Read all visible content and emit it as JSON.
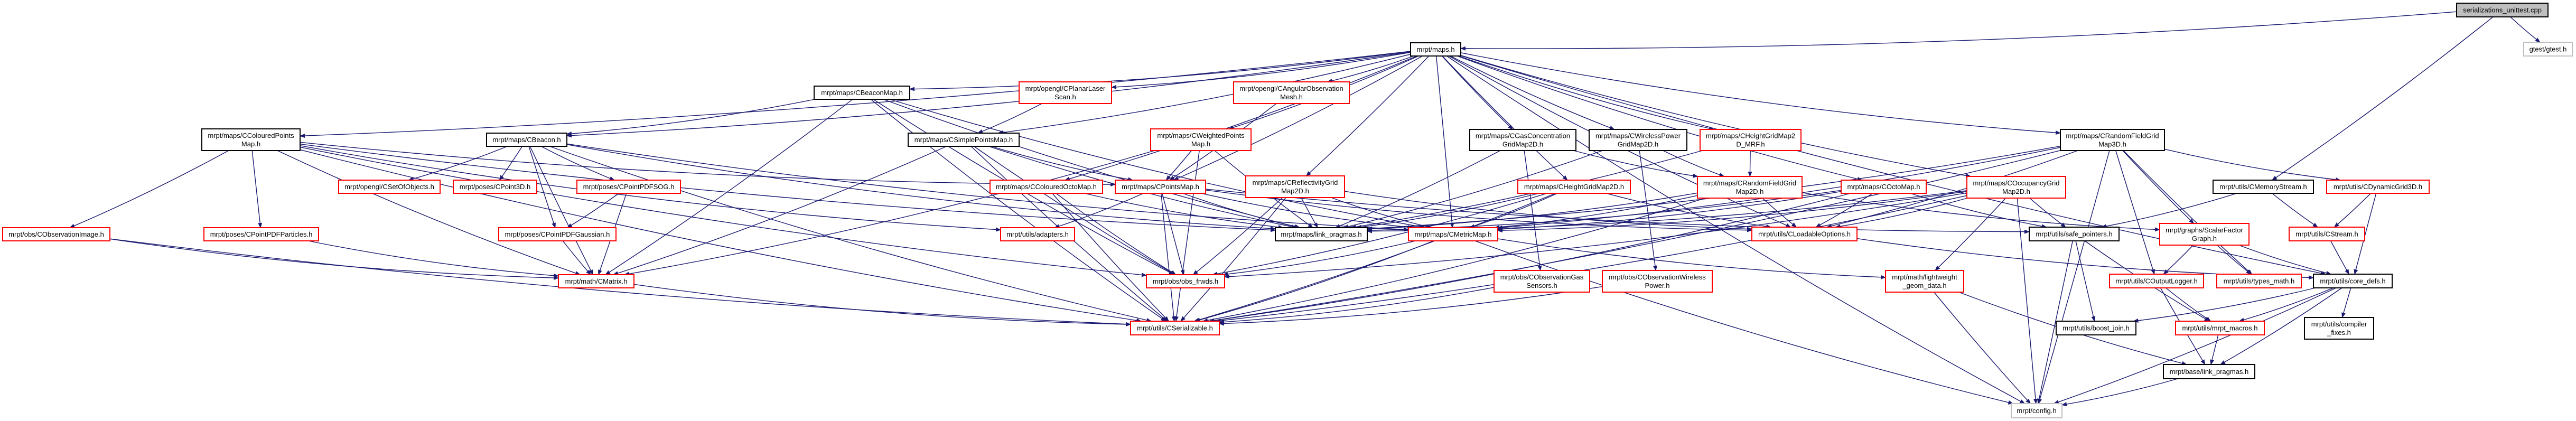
{
  "colors": {
    "edge": "#191970",
    "truncated": "#ff0000",
    "normal": "#000000",
    "external": "#bfbfbf",
    "root_fill": "#bfbfbf"
  },
  "nodes": [
    {
      "id": "root",
      "lines": [
        "serializations_unittest.cpp"
      ],
      "kind": "root"
    },
    {
      "id": "gtest",
      "lines": [
        "gtest/gtest.h"
      ],
      "kind": "external"
    },
    {
      "id": "maps",
      "lines": [
        "mrpt/maps.h"
      ],
      "kind": "normal"
    },
    {
      "id": "CBeaconMap",
      "lines": [
        "mrpt/maps/CBeaconMap.h"
      ],
      "kind": "normal"
    },
    {
      "id": "CPlanarLaserScan",
      "lines": [
        "mrpt/opengl/CPlanarLaser",
        "Scan.h"
      ],
      "kind": "truncated"
    },
    {
      "id": "CAngularObservationMesh",
      "lines": [
        "mrpt/opengl/CAngularObservation",
        "Mesh.h"
      ],
      "kind": "truncated"
    },
    {
      "id": "CColouredPointsMap",
      "lines": [
        "mrpt/maps/CColouredPoints",
        "Map.h"
      ],
      "kind": "normal"
    },
    {
      "id": "CBeacon",
      "lines": [
        "mrpt/maps/CBeacon.h"
      ],
      "kind": "normal"
    },
    {
      "id": "CSimplePointsMap",
      "lines": [
        "mrpt/maps/CSimplePointsMap.h"
      ],
      "kind": "normal"
    },
    {
      "id": "CWeightedPointsMap",
      "lines": [
        "mrpt/maps/CWeightedPoints",
        "Map.h"
      ],
      "kind": "truncated"
    },
    {
      "id": "CGasConcentrationGridMap2D",
      "lines": [
        "mrpt/maps/CGasConcentration",
        "GridMap2D.h"
      ],
      "kind": "normal"
    },
    {
      "id": "CWirelessPowerGridMap2D",
      "lines": [
        "mrpt/maps/CWirelessPower",
        "GridMap2D.h"
      ],
      "kind": "normal"
    },
    {
      "id": "CHeightGridMap2D_MRF",
      "lines": [
        "mrpt/maps/CHeightGridMap2",
        "D_MRF.h"
      ],
      "kind": "truncated"
    },
    {
      "id": "CRandomFieldGridMap3D",
      "lines": [
        "mrpt/maps/CRandomFieldGrid",
        "Map3D.h"
      ],
      "kind": "normal"
    },
    {
      "id": "CSetOfObjects",
      "lines": [
        "mrpt/opengl/CSetOfObjects.h"
      ],
      "kind": "truncated"
    },
    {
      "id": "CPoint3D",
      "lines": [
        "mrpt/poses/CPoint3D.h"
      ],
      "kind": "truncated"
    },
    {
      "id": "CPointPDFSOG",
      "lines": [
        "mrpt/poses/CPointPDFSOG.h"
      ],
      "kind": "truncated"
    },
    {
      "id": "CColouredOctoMap",
      "lines": [
        "mrpt/maps/CColouredOctoMap.h"
      ],
      "kind": "truncated"
    },
    {
      "id": "CPointsMap",
      "lines": [
        "mrpt/maps/CPointsMap.h"
      ],
      "kind": "truncated"
    },
    {
      "id": "CReflectivityGridMap2D",
      "lines": [
        "mrpt/maps/CReflectivityGrid",
        "Map2D.h"
      ],
      "kind": "truncated"
    },
    {
      "id": "CHeightGridMap2D",
      "lines": [
        "mrpt/maps/CHeightGridMap2D.h"
      ],
      "kind": "truncated"
    },
    {
      "id": "CRandomFieldGridMap2D",
      "lines": [
        "mrpt/maps/CRandomFieldGrid",
        "Map2D.h"
      ],
      "kind": "truncated"
    },
    {
      "id": "COctoMap",
      "lines": [
        "mrpt/maps/COctoMap.h"
      ],
      "kind": "truncated"
    },
    {
      "id": "COccupancyGridMap2D",
      "lines": [
        "mrpt/maps/COccupancyGrid",
        "Map2D.h"
      ],
      "kind": "truncated"
    },
    {
      "id": "CMemoryStream",
      "lines": [
        "mrpt/utils/CMemoryStream.h"
      ],
      "kind": "normal"
    },
    {
      "id": "CDynamicGrid3D",
      "lines": [
        "mrpt/utils/CDynamicGrid3D.h"
      ],
      "kind": "truncated"
    },
    {
      "id": "CObservationImage",
      "lines": [
        "mrpt/obs/CObservationImage.h"
      ],
      "kind": "truncated"
    },
    {
      "id": "CPointPDFParticles",
      "lines": [
        "mrpt/poses/CPointPDFParticles.h"
      ],
      "kind": "truncated"
    },
    {
      "id": "CPointPDFGaussian",
      "lines": [
        "mrpt/poses/CPointPDFGaussian.h"
      ],
      "kind": "truncated"
    },
    {
      "id": "adapters",
      "lines": [
        "mrpt/utils/adapters.h"
      ],
      "kind": "truncated"
    },
    {
      "id": "maps_link_pragmas",
      "lines": [
        "mrpt/maps/link_pragmas.h"
      ],
      "kind": "normal"
    },
    {
      "id": "CMetricMap",
      "lines": [
        "mrpt/maps/CMetricMap.h"
      ],
      "kind": "truncated"
    },
    {
      "id": "CLoadableOptions",
      "lines": [
        "mrpt/utils/CLoadableOptions.h"
      ],
      "kind": "truncated"
    },
    {
      "id": "safe_pointers",
      "lines": [
        "mrpt/utils/safe_pointers.h"
      ],
      "kind": "normal"
    },
    {
      "id": "ScalarFactorGraph",
      "lines": [
        "mrpt/graphs/ScalarFactor",
        "Graph.h"
      ],
      "kind": "truncated"
    },
    {
      "id": "CStream",
      "lines": [
        "mrpt/utils/CStream.h"
      ],
      "kind": "truncated"
    },
    {
      "id": "CMatrix",
      "lines": [
        "mrpt/math/CMatrix.h"
      ],
      "kind": "truncated"
    },
    {
      "id": "obs_frwds",
      "lines": [
        "mrpt/obs/obs_frwds.h"
      ],
      "kind": "truncated"
    },
    {
      "id": "CObservationGasSensors",
      "lines": [
        "mrpt/obs/CObservationGas",
        "Sensors.h"
      ],
      "kind": "truncated"
    },
    {
      "id": "CObservationWirelessPower",
      "lines": [
        "mrpt/obs/CObservationWireless",
        "Power.h"
      ],
      "kind": "truncated"
    },
    {
      "id": "lightweight_geom_data",
      "lines": [
        "mrpt/math/lightweight",
        "_geom_data.h"
      ],
      "kind": "truncated"
    },
    {
      "id": "COutputLogger",
      "lines": [
        "mrpt/utils/COutputLogger.h"
      ],
      "kind": "truncated"
    },
    {
      "id": "types_math",
      "lines": [
        "mrpt/utils/types_math.h"
      ],
      "kind": "truncated"
    },
    {
      "id": "core_defs",
      "lines": [
        "mrpt/utils/core_defs.h"
      ],
      "kind": "normal"
    },
    {
      "id": "CSerializable",
      "lines": [
        "mrpt/utils/CSerializable.h"
      ],
      "kind": "truncated"
    },
    {
      "id": "boost_join",
      "lines": [
        "mrpt/utils/boost_join.h"
      ],
      "kind": "normal"
    },
    {
      "id": "mrpt_macros",
      "lines": [
        "mrpt/utils/mrpt_macros.h"
      ],
      "kind": "truncated"
    },
    {
      "id": "compiler_fixes",
      "lines": [
        "mrpt/utils/compiler",
        "_fixes.h"
      ],
      "kind": "normal"
    },
    {
      "id": "base_link_pragmas",
      "lines": [
        "mrpt/base/link_pragmas.h"
      ],
      "kind": "normal"
    },
    {
      "id": "config",
      "lines": [
        "mrpt/config.h"
      ],
      "kind": "external"
    }
  ],
  "edges": [
    [
      "root",
      "maps"
    ],
    [
      "root",
      "gtest"
    ],
    [
      "root",
      "CMemoryStream"
    ],
    [
      "maps",
      "CBeaconMap"
    ],
    [
      "maps",
      "CPlanarLaserScan"
    ],
    [
      "maps",
      "CAngularObservationMesh"
    ],
    [
      "maps",
      "CColouredPointsMap"
    ],
    [
      "maps",
      "CBeacon"
    ],
    [
      "maps",
      "CSimplePointsMap"
    ],
    [
      "maps",
      "CWeightedPointsMap"
    ],
    [
      "maps",
      "CGasConcentrationGridMap2D"
    ],
    [
      "maps",
      "CWirelessPowerGridMap2D"
    ],
    [
      "maps",
      "CHeightGridMap2D_MRF"
    ],
    [
      "maps",
      "CRandomFieldGridMap3D"
    ],
    [
      "maps",
      "CColouredOctoMap"
    ],
    [
      "maps",
      "CPointsMap"
    ],
    [
      "maps",
      "CReflectivityGridMap2D"
    ],
    [
      "maps",
      "CHeightGridMap2D"
    ],
    [
      "maps",
      "COctoMap"
    ],
    [
      "maps",
      "COccupancyGridMap2D"
    ],
    [
      "maps",
      "core_defs"
    ],
    [
      "maps",
      "config"
    ],
    [
      "maps",
      "CMetricMap"
    ],
    [
      "maps",
      "CLoadableOptions"
    ],
    [
      "CBeaconMap",
      "CBeacon"
    ],
    [
      "CBeaconMap",
      "CMatrix"
    ],
    [
      "CBeaconMap",
      "CSerializable"
    ],
    [
      "CBeaconMap",
      "obs_frwds"
    ],
    [
      "CBeaconMap",
      "maps_link_pragmas"
    ],
    [
      "CBeaconMap",
      "CMetricMap"
    ],
    [
      "CPlanarLaserScan",
      "CSimplePointsMap"
    ],
    [
      "CAngularObservationMesh",
      "CPointsMap"
    ],
    [
      "CColouredPointsMap",
      "CObservationImage"
    ],
    [
      "CColouredPointsMap",
      "CPointPDFParticles"
    ],
    [
      "CColouredPointsMap",
      "CPointsMap"
    ],
    [
      "CColouredPointsMap",
      "CMatrix"
    ],
    [
      "CColouredPointsMap",
      "CSerializable"
    ],
    [
      "CColouredPointsMap",
      "adapters"
    ],
    [
      "CColouredPointsMap",
      "obs_frwds"
    ],
    [
      "CColouredPointsMap",
      "maps_link_pragmas"
    ],
    [
      "CBeacon",
      "CSetOfObjects"
    ],
    [
      "CBeacon",
      "CPoint3D"
    ],
    [
      "CBeacon",
      "CPointPDFSOG"
    ],
    [
      "CBeacon",
      "CPointPDFGaussian"
    ],
    [
      "CBeacon",
      "CMatrix"
    ],
    [
      "CBeacon",
      "CSerializable"
    ],
    [
      "CBeacon",
      "maps_link_pragmas"
    ],
    [
      "CBeacon",
      "CMetricMap"
    ],
    [
      "CPointPDFSOG",
      "CPointPDFGaussian"
    ],
    [
      "CPointPDFSOG",
      "CMatrix"
    ],
    [
      "CPointPDFGaussian",
      "CMatrix"
    ],
    [
      "CPointPDFParticles",
      "CMatrix"
    ],
    [
      "CObservationImage",
      "CMatrix"
    ],
    [
      "CObservationImage",
      "CSerializable"
    ],
    [
      "CMatrix",
      "CSerializable"
    ],
    [
      "CSimplePointsMap",
      "CPointsMap"
    ],
    [
      "CSimplePointsMap",
      "CMatrix"
    ],
    [
      "CSimplePointsMap",
      "CSerializable"
    ],
    [
      "CSimplePointsMap",
      "obs_frwds"
    ],
    [
      "CSimplePointsMap",
      "maps_link_pragmas"
    ],
    [
      "CWeightedPointsMap",
      "CPointsMap"
    ],
    [
      "CWeightedPointsMap",
      "CMatrix"
    ],
    [
      "CWeightedPointsMap",
      "CSerializable"
    ],
    [
      "CWeightedPointsMap",
      "maps_link_pragmas"
    ],
    [
      "CPointsMap",
      "adapters"
    ],
    [
      "CPointsMap",
      "maps_link_pragmas"
    ],
    [
      "CPointsMap",
      "CMetricMap"
    ],
    [
      "CPointsMap",
      "obs_frwds"
    ],
    [
      "CPointsMap",
      "CSerializable"
    ],
    [
      "CPointsMap",
      "CLoadableOptions"
    ],
    [
      "CPointsMap",
      "safe_pointers"
    ],
    [
      "CColouredOctoMap",
      "maps_link_pragmas"
    ],
    [
      "CColouredOctoMap",
      "obs_frwds"
    ],
    [
      "CColouredOctoMap",
      "CSerializable"
    ],
    [
      "CReflectivityGridMap2D",
      "maps_link_pragmas"
    ],
    [
      "CReflectivityGridMap2D",
      "CMetricMap"
    ],
    [
      "CReflectivityGridMap2D",
      "CLoadableOptions"
    ],
    [
      "CReflectivityGridMap2D",
      "obs_frwds"
    ],
    [
      "CReflectivityGridMap2D",
      "CSerializable"
    ],
    [
      "CHeightGridMap2D",
      "maps_link_pragmas"
    ],
    [
      "CHeightGridMap2D",
      "CMetricMap"
    ],
    [
      "CHeightGridMap2D",
      "CLoadableOptions"
    ],
    [
      "CHeightGridMap2D",
      "CSerializable"
    ],
    [
      "CHeightGridMap2D",
      "obs_frwds"
    ],
    [
      "CGasConcentrationGridMap2D",
      "CRandomFieldGridMap2D"
    ],
    [
      "CGasConcentrationGridMap2D",
      "CObservationGasSensors"
    ],
    [
      "CGasConcentrationGridMap2D",
      "maps_link_pragmas"
    ],
    [
      "CWirelessPowerGridMap2D",
      "CRandomFieldGridMap2D"
    ],
    [
      "CWirelessPowerGridMap2D",
      "CObservationWirelessPower"
    ],
    [
      "CWirelessPowerGridMap2D",
      "maps_link_pragmas"
    ],
    [
      "CHeightGridMap2D_MRF",
      "CRandomFieldGridMap2D"
    ],
    [
      "CHeightGridMap2D_MRF",
      "maps_link_pragmas"
    ],
    [
      "CRandomFieldGridMap2D",
      "CLoadableOptions"
    ],
    [
      "CRandomFieldGridMap2D",
      "ScalarFactorGraph"
    ],
    [
      "CRandomFieldGridMap2D",
      "CMetricMap"
    ],
    [
      "CRandomFieldGridMap2D",
      "maps_link_pragmas"
    ],
    [
      "CRandomFieldGridMap2D",
      "CSerializable"
    ],
    [
      "COctoMap",
      "maps_link_pragmas"
    ],
    [
      "COctoMap",
      "CLoadableOptions"
    ],
    [
      "COctoMap",
      "safe_pointers"
    ],
    [
      "COctoMap",
      "CMetricMap"
    ],
    [
      "COctoMap",
      "CSerializable"
    ],
    [
      "COccupancyGridMap2D",
      "CLoadableOptions"
    ],
    [
      "COccupancyGridMap2D",
      "safe_pointers"
    ],
    [
      "COccupancyGridMap2D",
      "lightweight_geom_data"
    ],
    [
      "COccupancyGridMap2D",
      "config"
    ],
    [
      "COccupancyGridMap2D",
      "CSerializable"
    ],
    [
      "COccupancyGridMap2D",
      "maps_link_pragmas"
    ],
    [
      "COccupancyGridMap2D",
      "obs_frwds"
    ],
    [
      "COccupancyGridMap2D",
      "CMetricMap"
    ],
    [
      "CRandomFieldGridMap3D",
      "CDynamicGrid3D"
    ],
    [
      "CRandomFieldGridMap3D",
      "ScalarFactorGraph"
    ],
    [
      "CRandomFieldGridMap3D",
      "COutputLogger"
    ],
    [
      "CRandomFieldGridMap3D",
      "types_math"
    ],
    [
      "CRandomFieldGridMap3D",
      "CLoadableOptions"
    ],
    [
      "CRandomFieldGridMap3D",
      "maps_link_pragmas"
    ],
    [
      "CRandomFieldGridMap3D",
      "CSerializable"
    ],
    [
      "CRandomFieldGridMap3D",
      "config"
    ],
    [
      "CRandomFieldGridMap3D",
      "CMetricMap"
    ],
    [
      "CMemoryStream",
      "CStream"
    ],
    [
      "CMemoryStream",
      "safe_pointers"
    ],
    [
      "CDynamicGrid3D",
      "CStream"
    ],
    [
      "CDynamicGrid3D",
      "core_defs"
    ],
    [
      "CStream",
      "core_defs"
    ],
    [
      "ScalarFactorGraph",
      "COutputLogger"
    ],
    [
      "ScalarFactorGraph",
      "types_math"
    ],
    [
      "ScalarFactorGraph",
      "core_defs"
    ],
    [
      "CMetricMap",
      "lightweight_geom_data"
    ],
    [
      "CMetricMap",
      "CSerializable"
    ],
    [
      "CMetricMap",
      "obs_frwds"
    ],
    [
      "CMetricMap",
      "config"
    ],
    [
      "CLoadableOptions",
      "core_defs"
    ],
    [
      "safe_pointers",
      "boost_join"
    ],
    [
      "safe_pointers",
      "mrpt_macros"
    ],
    [
      "safe_pointers",
      "config"
    ],
    [
      "lightweight_geom_data",
      "base_link_pragmas"
    ],
    [
      "lightweight_geom_data",
      "config"
    ],
    [
      "COutputLogger",
      "mrpt_macros"
    ],
    [
      "COutputLogger",
      "base_link_pragmas"
    ],
    [
      "mrpt_macros",
      "base_link_pragmas"
    ],
    [
      "core_defs",
      "boost_join"
    ],
    [
      "core_defs",
      "mrpt_macros"
    ],
    [
      "core_defs",
      "compiler_fixes"
    ],
    [
      "core_defs",
      "base_link_pragmas"
    ],
    [
      "core_defs",
      "config"
    ],
    [
      "base_link_pragmas",
      "config"
    ],
    [
      "CObservationGasSensors",
      "CSerializable"
    ],
    [
      "CObservationWirelessPower",
      "CSerializable"
    ]
  ]
}
